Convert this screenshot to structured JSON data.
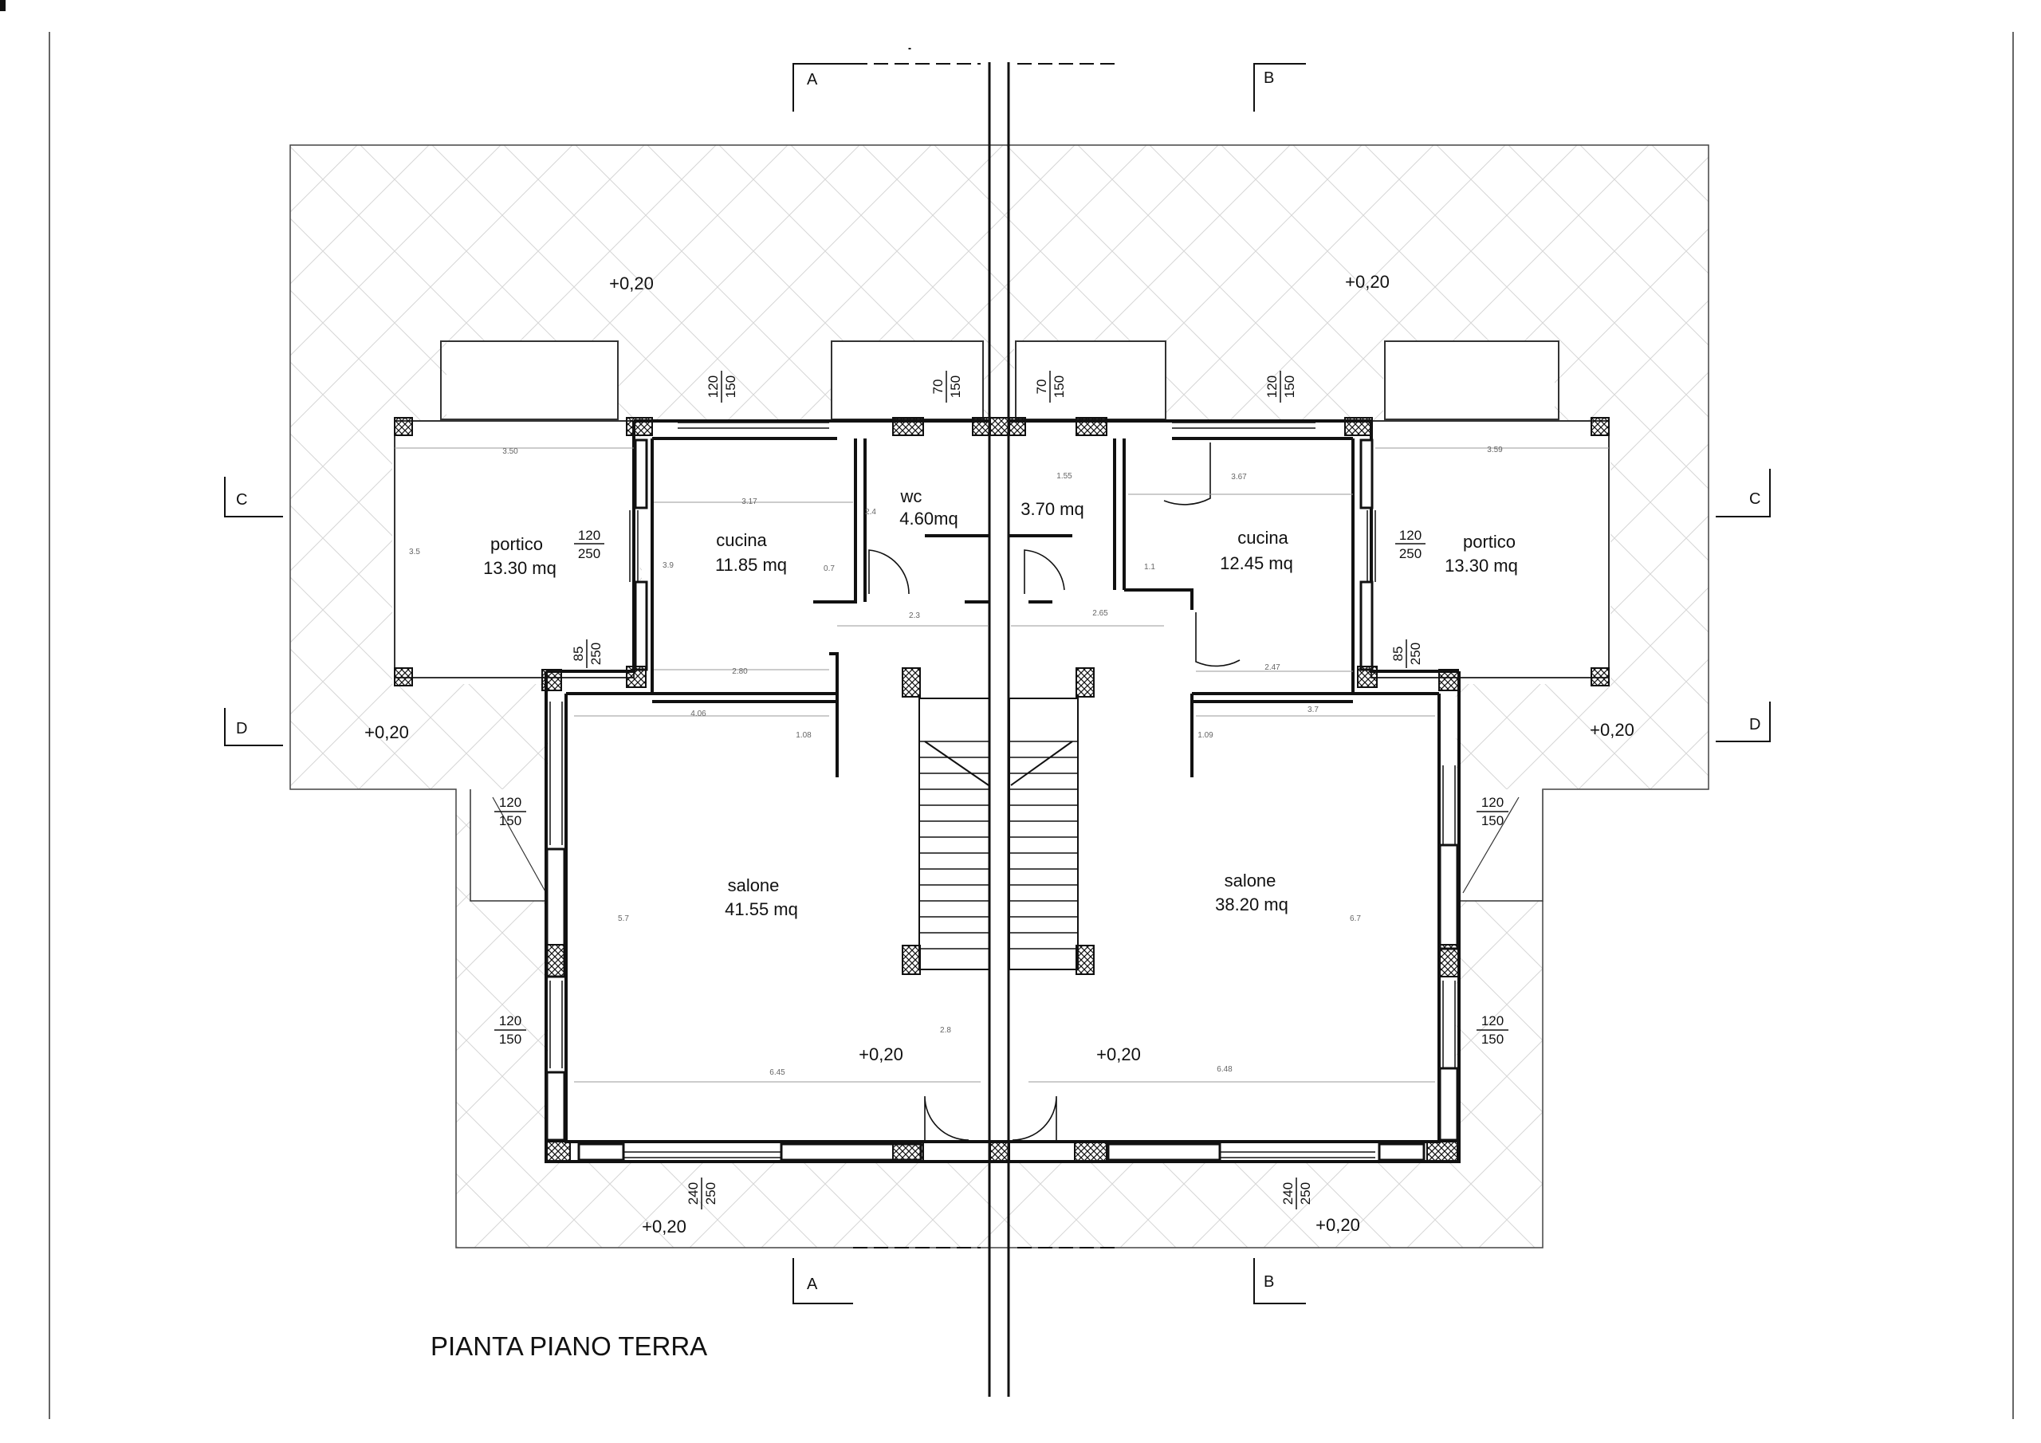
{
  "title": "PIANTA PIANO TERRA",
  "section_marks": {
    "a": "A",
    "b": "B",
    "c": "C",
    "d": "D"
  },
  "elevation": "+0,20",
  "rooms": {
    "portico_left": {
      "name": "portico",
      "area": "13.30 mq"
    },
    "cucina_left": {
      "name": "cucina",
      "area": "11.85 mq"
    },
    "wc_left": {
      "name": "wc",
      "area": "4.60mq"
    },
    "wc_right": {
      "area": "3.70 mq"
    },
    "cucina_right": {
      "name": "cucina",
      "area": "12.45 mq"
    },
    "portico_right": {
      "name": "portico",
      "area": "13.30 mq"
    },
    "salone_left": {
      "name": "salone",
      "area": "41.55 mq"
    },
    "salone_right": {
      "name": "salone",
      "area": "38.20 mq"
    }
  },
  "openings": {
    "w120": "120",
    "w150": "150",
    "w70": "70",
    "w250": "250",
    "w85": "85",
    "w240": "240"
  },
  "small_dims": [
    "3.50",
    "3.17",
    "3.9",
    "3.5",
    "2.80",
    "4.06",
    "5.7",
    "6.45",
    "1.55",
    "3.67",
    "2.47",
    "3.7",
    "6.48",
    "2.3",
    "2.65",
    "1.1",
    "0.7",
    "2.4",
    "1.08",
    "1.09",
    "2.8",
    "6.7",
    "3.59"
  ]
}
